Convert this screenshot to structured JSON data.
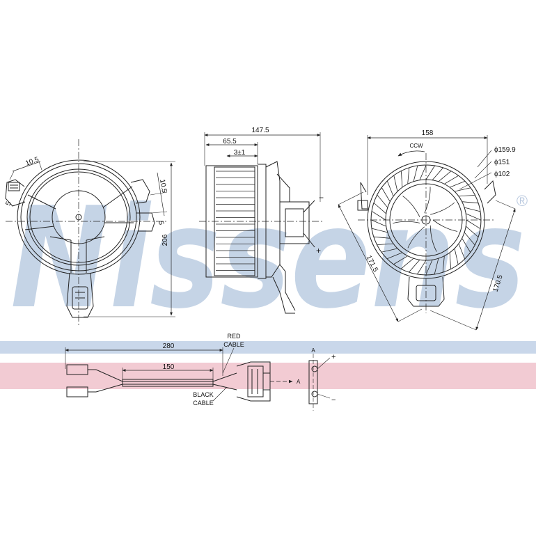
{
  "watermark": {
    "brand": "Nissens",
    "registered": "®",
    "color": "#c5d4e6"
  },
  "stripes": {
    "blue": "#c9d7ea",
    "pink": "#f2cbd3"
  },
  "front_view": {
    "dim_angle_width": "10.5",
    "dim_small_left": "5",
    "dim_right_upper": "10.5",
    "dim_right_lower": "5",
    "dim_height": "206"
  },
  "side_view": {
    "dim_total_length": "147.5",
    "dim_fan_depth": "65.5",
    "dim_offset": "3±1",
    "pin_negative": "−",
    "pin_positive": "+"
  },
  "rear_view": {
    "dim_width": "158",
    "rotation": "CCW",
    "dia_outer": "ϕ159.9",
    "dia_mid": "ϕ151",
    "dia_inner": "ϕ102",
    "dim_diag_left": "171.5",
    "dim_diag_right": "170.5"
  },
  "cable_view": {
    "dim_total": "280",
    "dim_inner": "150",
    "red_cable_line1": "RED",
    "red_cable_line2": "CABLE",
    "black_cable_line1": "BLACK",
    "black_cable_line2": "CABLE",
    "section_marker": "A",
    "connector_marker": "A",
    "connector_positive": "+",
    "connector_negative": "−"
  }
}
